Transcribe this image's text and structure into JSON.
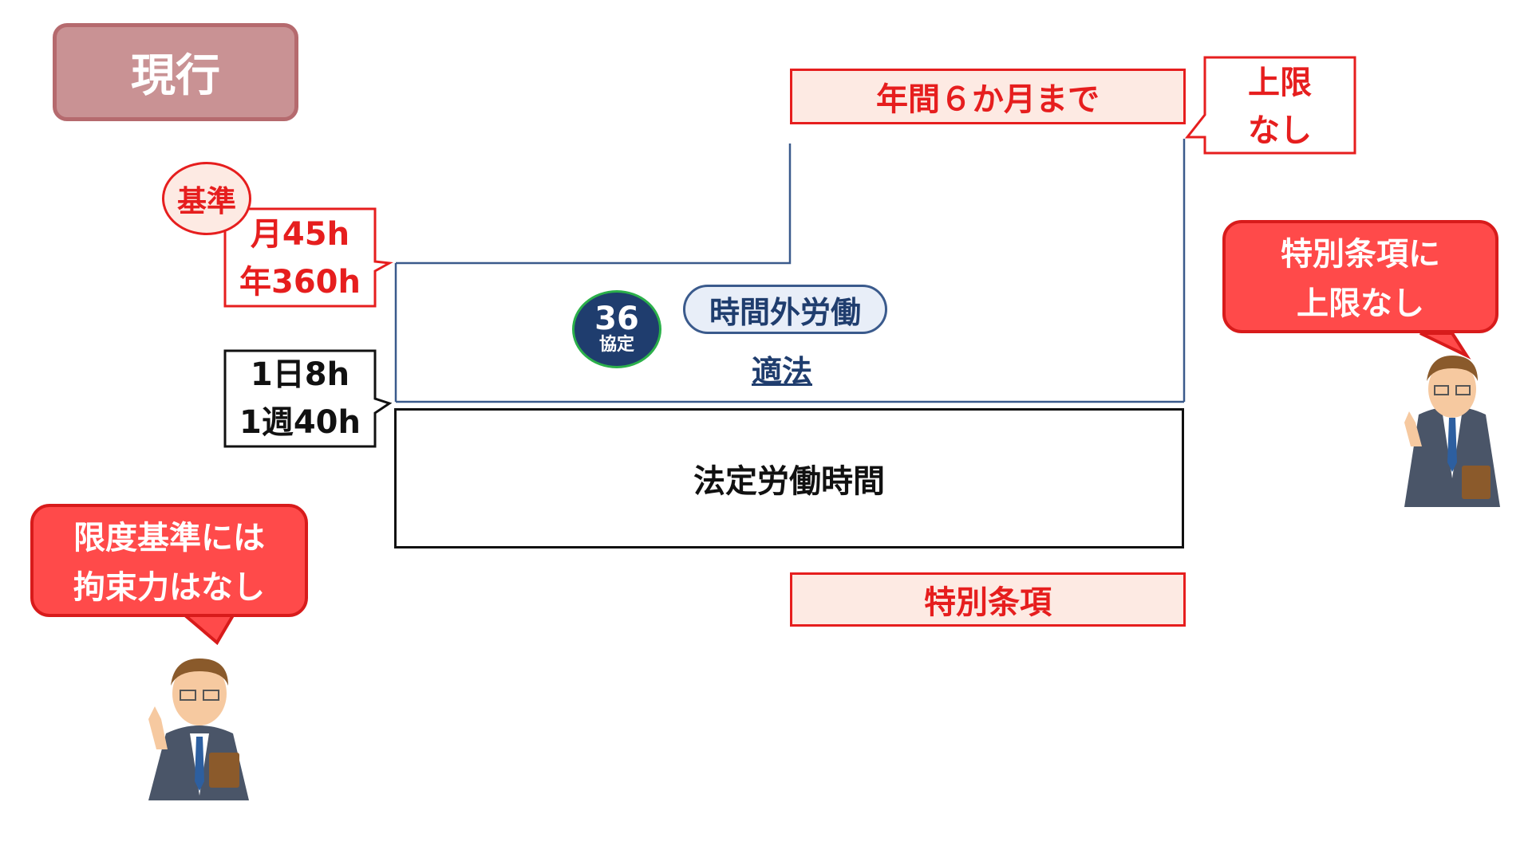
{
  "current_label": "現行",
  "standard_badge": "基準",
  "standard_limit": [
    "月45h",
    "年360h"
  ],
  "base_limit": [
    "1日8h",
    "1週40h"
  ],
  "six_months": "年間６か月まで",
  "no_limit_top": [
    "上限",
    "なし"
  ],
  "badge_36": {
    "number": "36",
    "label": "協定"
  },
  "overtime_label": "時間外労働",
  "legal_label": "適法",
  "statutory_label": "法定労働時間",
  "special_clause": "特別条項",
  "bubble_right": [
    "特別条項に",
    "上限なし"
  ],
  "bubble_left": [
    "限度基準には",
    "拘束力はなし"
  ],
  "colors": {
    "red": "#e61e1e",
    "navy": "#1f3d6e",
    "peach": "#fdeae3",
    "tag": "#c99294"
  }
}
